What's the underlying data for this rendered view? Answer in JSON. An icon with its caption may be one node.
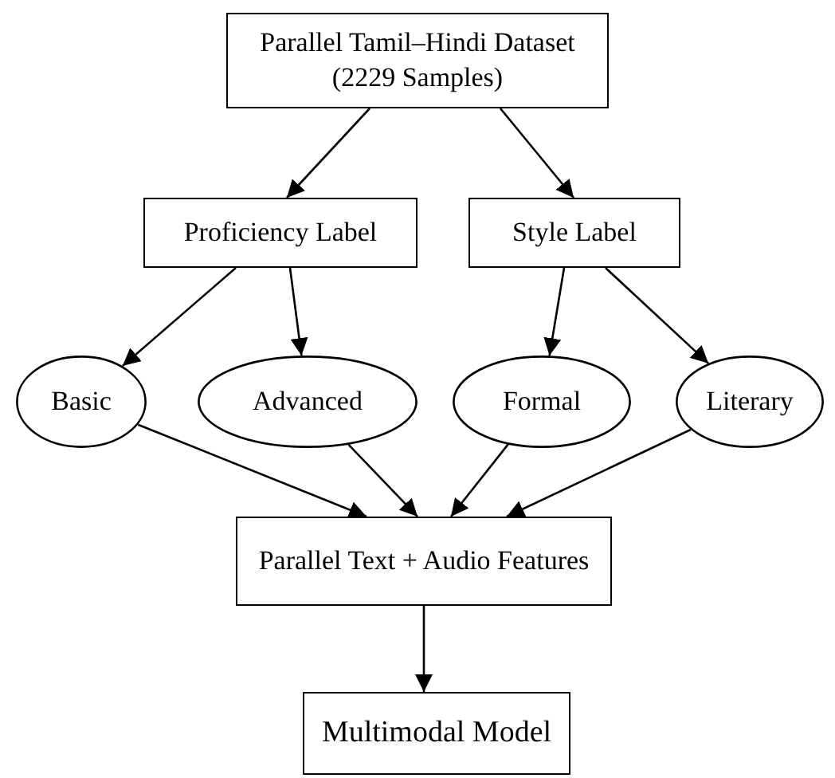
{
  "diagram": {
    "nodes": [
      {
        "text": [
          "Parallel Tamil–Hindi Dataset (2229 Samples)"
        ]
      },
      {
        "text": [
          "Proficiency Label"
        ]
      },
      {
        "text": [
          "Style Label"
        ]
      },
      {
        "text": [
          "Basic"
        ]
      },
      {
        "text": [
          "Advanced"
        ]
      },
      {
        "text": [
          "Formal"
        ]
      },
      {
        "text": [
          "Literary"
        ]
      },
      {
        "text": [
          "Parallel Text + Audio Features"
        ]
      },
      {
        "text": [
          "Multimodal Model"
        ]
      }
    ],
    "edges": [
      {
        "from": 0,
        "to": 1,
        "arrow": "to"
      },
      {
        "from": 0,
        "to": 2,
        "arrow": "to"
      },
      {
        "from": 1,
        "to": 3,
        "arrow": "to"
      },
      {
        "from": 1,
        "to": 4,
        "arrow": "to"
      },
      {
        "from": 2,
        "to": 5,
        "arrow": "to"
      },
      {
        "from": 2,
        "to": 6,
        "arrow": "to"
      },
      {
        "from": 3,
        "to": 7,
        "arrow": "to"
      },
      {
        "from": 4,
        "to": 7,
        "arrow": "to"
      },
      {
        "from": 5,
        "to": 7,
        "arrow": "to"
      },
      {
        "from": 6,
        "to": 7,
        "arrow": "to"
      },
      {
        "from": 7,
        "to": 8,
        "arrow": "to"
      }
    ]
  }
}
